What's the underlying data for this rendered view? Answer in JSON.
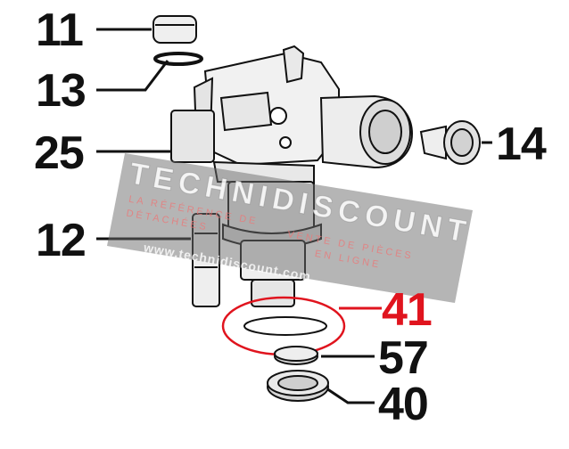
{
  "callouts": {
    "c11": "11",
    "c13": "13",
    "c25": "25",
    "c14": "14",
    "c12": "12",
    "c41": "41",
    "c57": "57",
    "c40": "40"
  },
  "watermark": {
    "brand": "TECHNIDISCOUNT",
    "line1": "LA RÉFÉRENCE DE",
    "line2": "DÉTACHÉES",
    "line3": "VENTE DE PIÈCES",
    "line4": "EN LIGNE",
    "url": "www.technidiscount.com"
  },
  "colors": {
    "ink": "#111111",
    "highlight": "#e0141e",
    "watermark_band": "#6b6b6b"
  }
}
